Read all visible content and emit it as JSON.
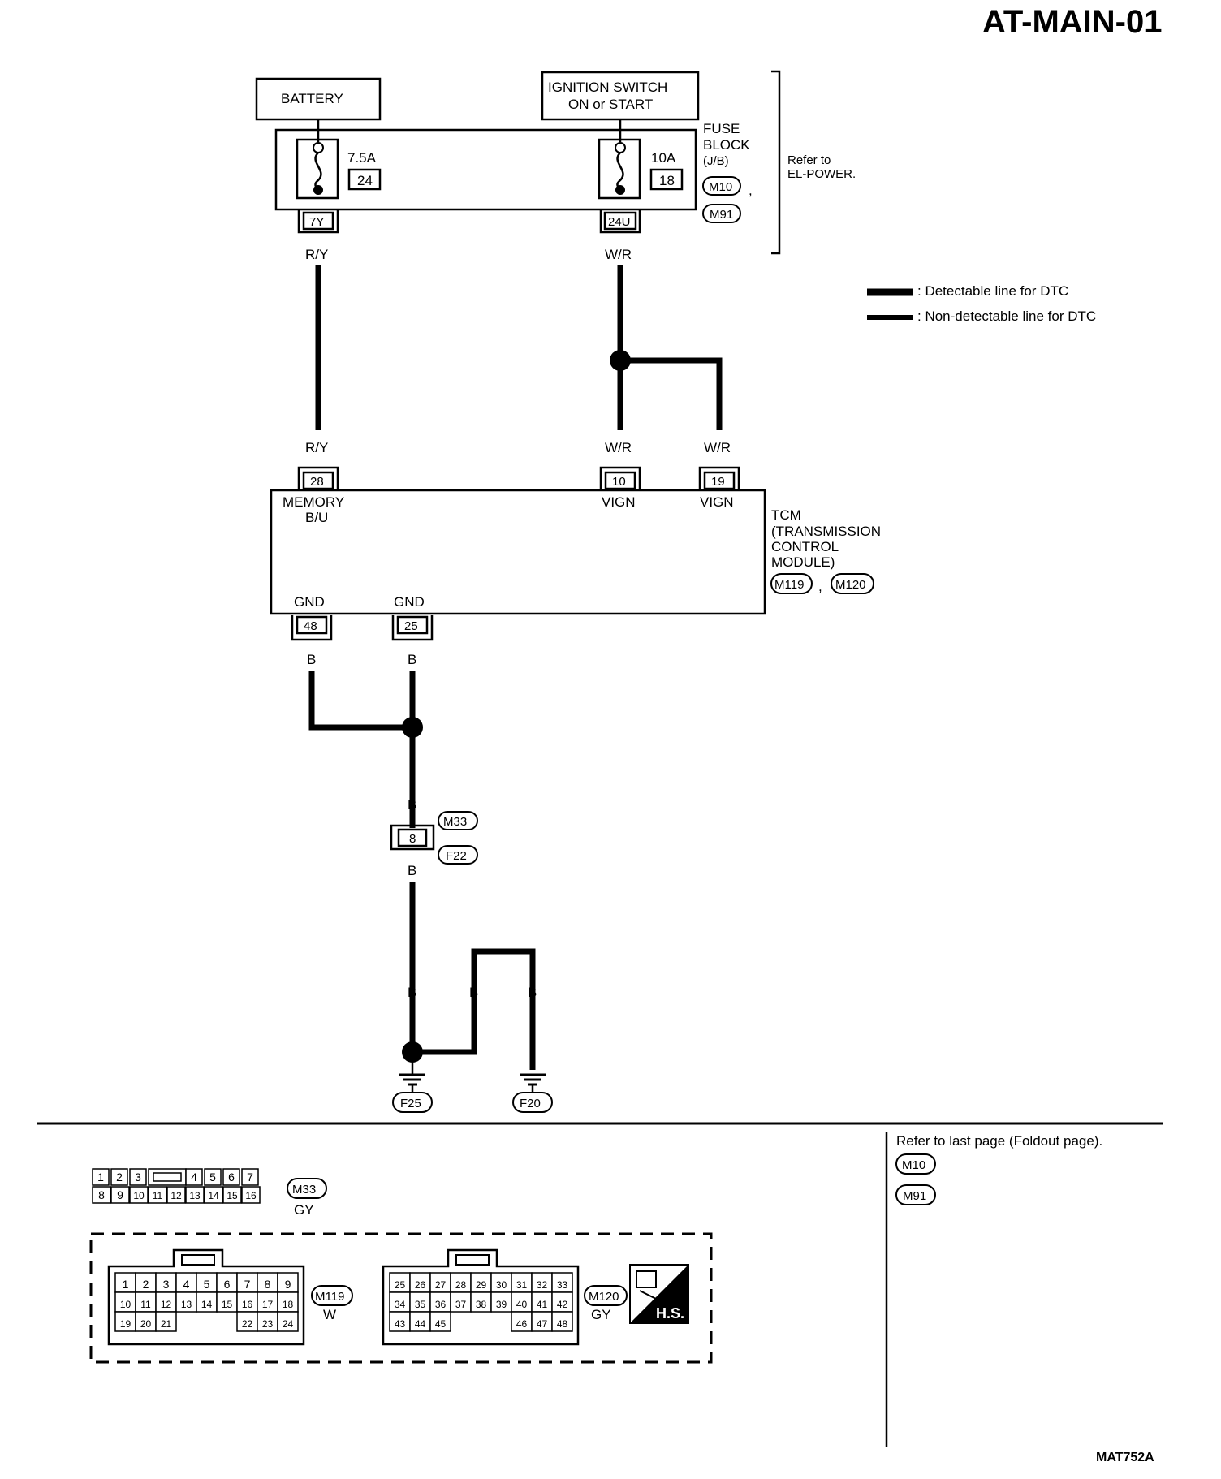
{
  "page": {
    "title": "AT-MAIN-01",
    "code": "MAT752A"
  },
  "power": {
    "battery_label": "BATTERY",
    "ignition_label_1": "IGNITION SWITCH",
    "ignition_label_2": "ON or START",
    "fuse1_rating": "7.5A",
    "fuse1_number": "24",
    "fuse1_terminal": "7Y",
    "fuse2_rating": "10A",
    "fuse2_number": "18",
    "fuse2_terminal": "24U",
    "fuse_block_1": "FUSE",
    "fuse_block_2": "BLOCK",
    "fuse_block_3": "(J/B)",
    "fuse_connector_1": "M10",
    "fuse_connector_2": "M91",
    "refer_1": "Refer to",
    "refer_2": "EL-POWER."
  },
  "legend": {
    "detectable": ": Detectable line for DTC",
    "non_detectable": ": Non-detectable line for DTC"
  },
  "wires": {
    "ry": "R/Y",
    "wr": "W/R",
    "b": "B"
  },
  "tcm": {
    "pin_memory": "28",
    "pin_vign1": "10",
    "pin_vign2": "19",
    "pin_gnd1": "48",
    "pin_gnd2": "25",
    "memory_1": "MEMORY",
    "memory_2": "B/U",
    "vign": "VIGN",
    "gnd": "GND",
    "name_1": "TCM",
    "name_2": "(TRANSMISSION",
    "name_3": "CONTROL",
    "name_4": "MODULE)",
    "conn_1": "M119",
    "conn_2": "M120"
  },
  "joint": {
    "pin": "8",
    "conn_top": "M33",
    "conn_bottom": "F22"
  },
  "grounds": {
    "g1": "F25",
    "g2": "F20"
  },
  "footer": {
    "refer_last": "Refer to last page (Foldout page).",
    "ref_conn_1": "M10",
    "ref_conn_2": "M91",
    "m33_color": "GY",
    "m119_color": "W",
    "m120_color": "GY",
    "hs_label": "H.S.",
    "m33_row1": [
      "1",
      "2",
      "3",
      "",
      "4",
      "5",
      "6",
      "7"
    ],
    "m33_row2": [
      "8",
      "9",
      "10",
      "11",
      "12",
      "13",
      "14",
      "15",
      "16"
    ],
    "m119_row1": [
      "1",
      "2",
      "3",
      "4",
      "5",
      "6",
      "7",
      "8",
      "9"
    ],
    "m119_row2": [
      "10",
      "11",
      "12",
      "13",
      "14",
      "15",
      "16",
      "17",
      "18"
    ],
    "m119_row3": [
      "19",
      "20",
      "21",
      "",
      "",
      "",
      "22",
      "23",
      "24"
    ],
    "m120_row1": [
      "25",
      "26",
      "27",
      "28",
      "29",
      "30",
      "31",
      "32",
      "33"
    ],
    "m120_row2": [
      "34",
      "35",
      "36",
      "37",
      "38",
      "39",
      "40",
      "41",
      "42"
    ],
    "m120_row3": [
      "43",
      "44",
      "45",
      "",
      "",
      "",
      "46",
      "47",
      "48"
    ]
  }
}
